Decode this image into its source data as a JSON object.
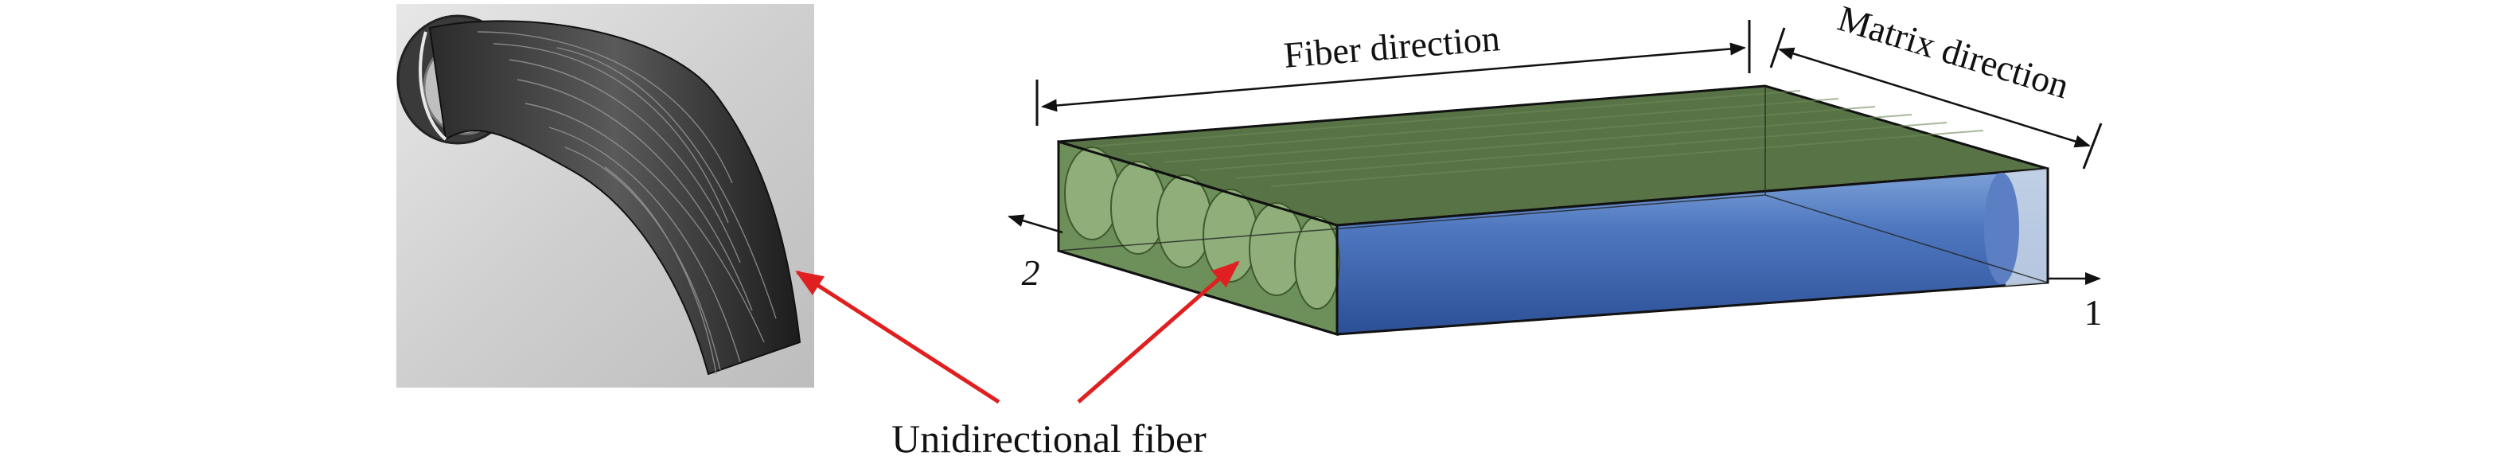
{
  "figure": {
    "photo": {
      "subject": "carbon-fiber-tape-roll-photo"
    },
    "labels": {
      "fiber_direction": "Fiber direction",
      "matrix_direction": "Matrix direction",
      "axis_1": "1",
      "axis_2": "2",
      "unidirectional_fiber": "Unidirectional fiber"
    },
    "colors": {
      "matrix_top": "#4f6b3c",
      "fiber_blue": "#3f68b0",
      "fiber_green_end": "#8fae7a",
      "pointer_arrow": "#e02020",
      "line": "#111111"
    }
  }
}
